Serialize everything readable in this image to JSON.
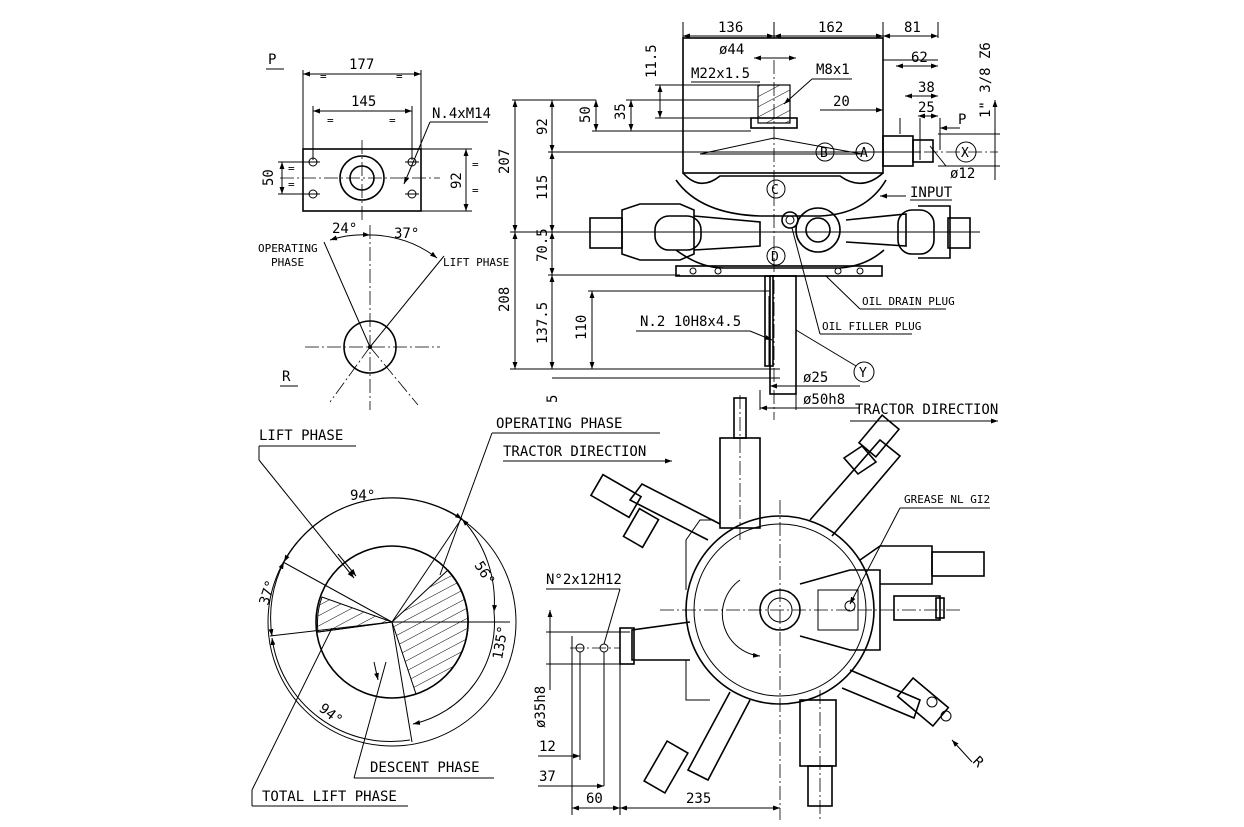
{
  "views": {
    "flange_view": {
      "marker": "P",
      "dims": {
        "width_outer": "177",
        "width_bolt": "145",
        "holes": "N.4xM14",
        "height_bolt": "50",
        "height_outer": "92"
      }
    },
    "phase_small": {
      "marker": "R",
      "angle_operating": "24°",
      "angle_lift": "37°",
      "label_operating_1": "OPERATING",
      "label_operating_2": "PHASE",
      "label_lift": "LIFT PHASE"
    },
    "phase_large": {
      "label_lift": "LIFT PHASE",
      "label_operating": "OPERATING PHASE",
      "label_tractor": "TRACTOR DIRECTION",
      "label_descent": "DESCENT PHASE",
      "label_total": "TOTAL LIFT PHASE",
      "angle_top": "94°",
      "angle_left": "37°",
      "angle_56": "56°",
      "angle_135": "135°",
      "angle_bottom": "94°"
    },
    "elevation": {
      "dims": {
        "top_136": "136",
        "top_162": "162",
        "top_81": "81",
        "d44": "ø44",
        "m22": "M22x1.5",
        "m8": "M8x1",
        "v11_5": "11.5",
        "v35": "35",
        "v50": "50",
        "v92": "92",
        "v207": "207",
        "v115": "115",
        "v70_5": "70.5",
        "v208": "208",
        "v137_5": "137.5",
        "v110": "110",
        "v5": "5",
        "h62": "62",
        "h38": "38",
        "h25": "25",
        "h20": "20",
        "thread": "1\" 3/8 Z6",
        "d12": "ø12",
        "keys": "N.2 10H8x4.5",
        "d25": "ø25",
        "d50": "ø50h8"
      },
      "callouts": {
        "a": "A",
        "b": "B",
        "c": "C",
        "d": "D",
        "x": "X",
        "y": "Y",
        "p": "P"
      },
      "labels": {
        "input": "INPUT",
        "drain": "OIL DRAIN PLUG",
        "filler": "OIL FILLER PLUG",
        "tractor": "TRACTOR DIRECTION"
      }
    },
    "plan": {
      "labels": {
        "grease": "GREASE NL GI2",
        "holes": "N°2x12H12",
        "r": "R"
      },
      "dims": {
        "d35": "ø35h8",
        "v12": "12",
        "v37": "37",
        "h60": "60",
        "h235": "235"
      }
    }
  }
}
